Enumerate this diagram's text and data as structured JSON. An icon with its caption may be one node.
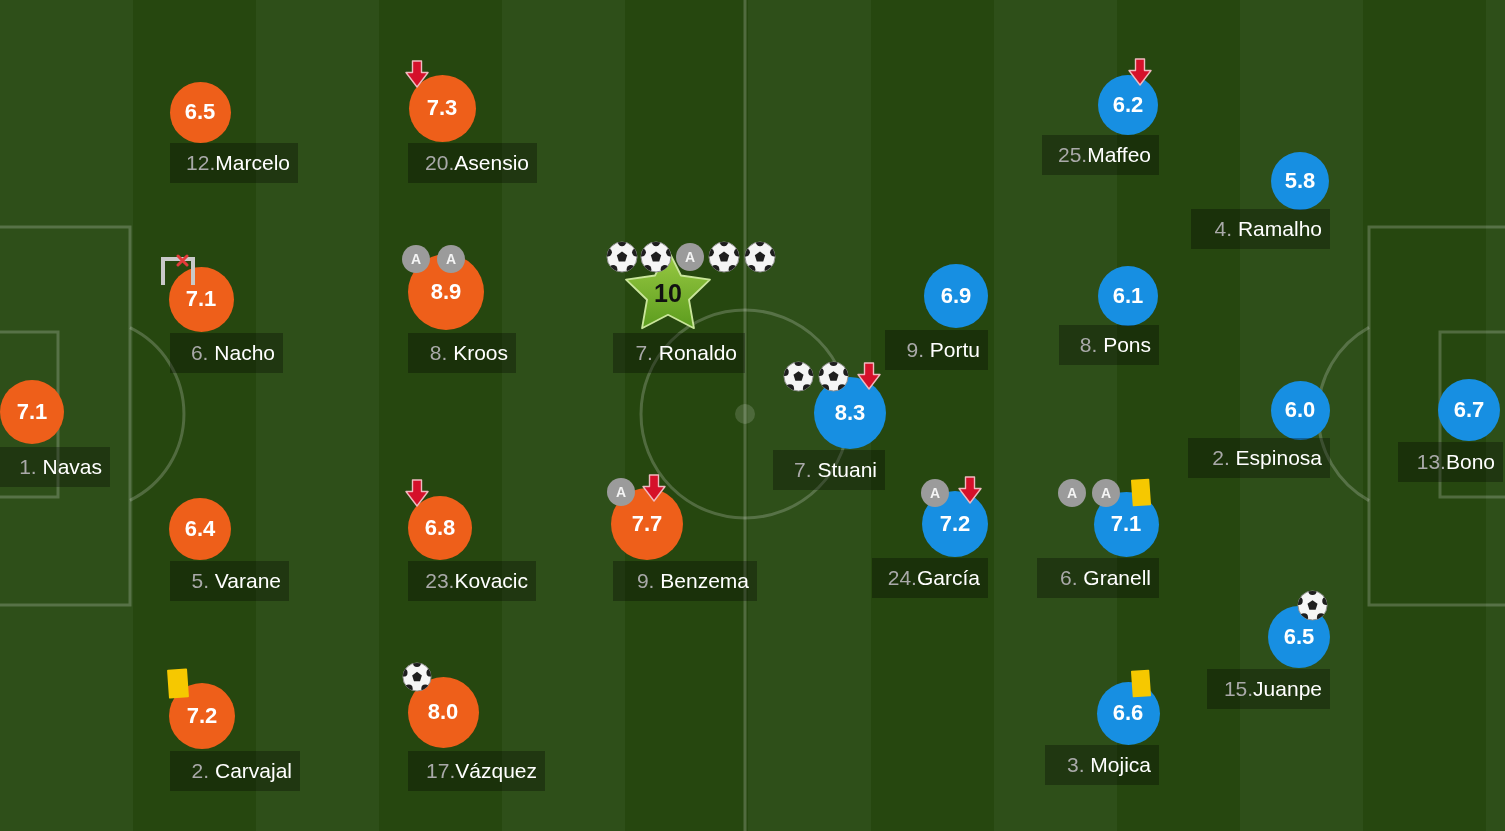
{
  "diagram": {
    "nodes": [
      {
        "text": [
          "7.1"
        ]
      },
      {
        "text": [
          "1. Navas"
        ]
      },
      {
        "text": [
          "6.5"
        ]
      },
      {
        "text": [
          "12.Marcelo"
        ]
      },
      {
        "text": [
          "7.1"
        ]
      },
      {
        "text": [
          "6. Nacho"
        ]
      },
      {
        "text": [
          "6.4"
        ]
      },
      {
        "text": [
          "5. Varane"
        ]
      },
      {
        "text": [
          "7.2"
        ]
      },
      {
        "text": [
          "2. Carvajal"
        ]
      },
      {
        "text": [
          "7.3"
        ]
      },
      {
        "text": [
          "20.Asensio"
        ]
      },
      {
        "text": [
          "A"
        ]
      },
      {
        "text": [
          "A"
        ]
      },
      {
        "text": [
          "8.9"
        ]
      },
      {
        "text": [
          "8. Kroos"
        ]
      },
      {
        "text": [
          "6.8"
        ]
      },
      {
        "text": [
          "23.Kovacic"
        ]
      },
      {
        "text": [
          "8.0"
        ]
      },
      {
        "text": [
          "17.Vázquez"
        ]
      },
      {
        "text": [
          "A"
        ]
      },
      {
        "text": [
          "10"
        ]
      },
      {
        "text": [
          "7. Ronaldo"
        ]
      },
      {
        "text": [
          "A"
        ]
      },
      {
        "text": [
          "7.7"
        ]
      },
      {
        "text": [
          "9. Benzema"
        ]
      },
      {
        "text": [
          "8.3"
        ]
      },
      {
        "text": [
          "7. Stuani"
        ]
      },
      {
        "text": [
          "6.9"
        ]
      },
      {
        "text": [
          "9. Portu"
        ]
      },
      {
        "text": [
          "A"
        ]
      },
      {
        "text": [
          "7.2"
        ]
      },
      {
        "text": [
          "24.García"
        ]
      },
      {
        "text": [
          "6.2"
        ]
      },
      {
        "text": [
          "25.Maffeo"
        ]
      },
      {
        "text": [
          "6.1"
        ]
      },
      {
        "text": [
          "8. Pons"
        ]
      },
      {
        "text": [
          "A"
        ]
      },
      {
        "text": [
          "A"
        ]
      },
      {
        "text": [
          "7.1"
        ]
      },
      {
        "text": [
          "6. Granell"
        ]
      },
      {
        "text": [
          "6.6"
        ]
      },
      {
        "text": [
          "3. Mojica"
        ]
      },
      {
        "text": [
          "5.8"
        ]
      },
      {
        "text": [
          "4. Ramalho"
        ]
      },
      {
        "text": [
          "6.0"
        ]
      },
      {
        "text": [
          "2. Espinosa"
        ]
      },
      {
        "text": [
          "6.5"
        ]
      },
      {
        "text": [
          "15.Juanpe"
        ]
      },
      {
        "text": [
          "6.7"
        ]
      },
      {
        "text": [
          "13.Bono"
        ]
      }
    ]
  }
}
